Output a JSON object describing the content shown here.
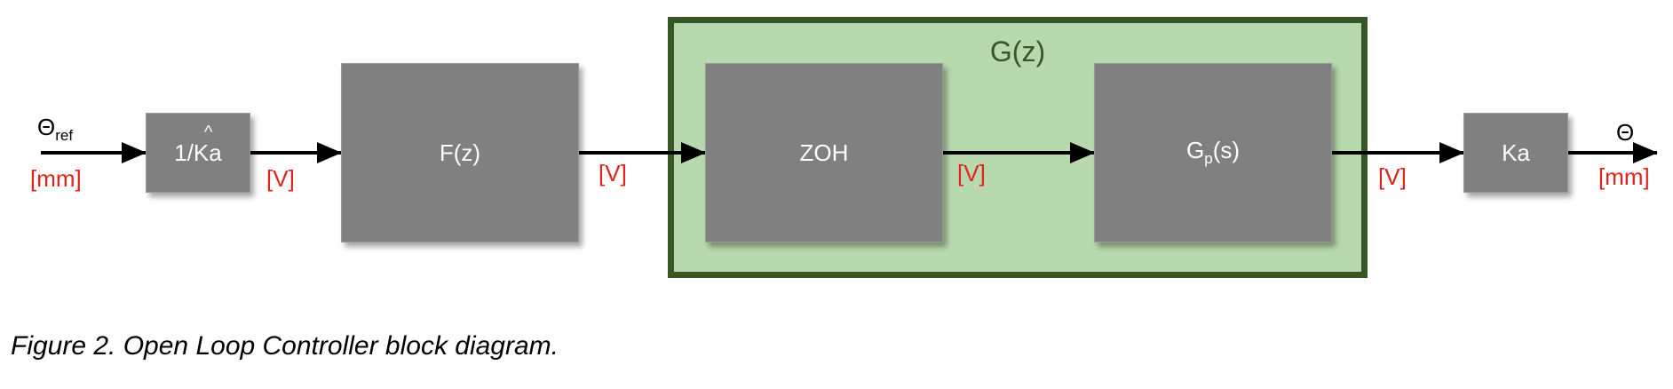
{
  "diagram": {
    "group": {
      "title": "G(z)"
    },
    "blocks": {
      "inv_ka": "1/Ka",
      "fz": "F(z)",
      "zoh": "ZOH",
      "gp": {
        "main": "G",
        "sub": "p",
        "tail": "(s)"
      },
      "ka": "Ka"
    },
    "signals": {
      "input": {
        "symbol": "Θ",
        "sub": "ref"
      },
      "output": {
        "symbol": "Θ"
      }
    },
    "units": {
      "input": "[mm]",
      "after_inv_ka": "[V]",
      "after_fz": "[V]",
      "after_zoh": "[V]",
      "after_gp": "[V]",
      "output": "[mm]"
    },
    "arrow_color": "#000000",
    "unit_color": "#e2231a",
    "group_fill": "#b8d9ae",
    "group_border": "#375623",
    "block_fill": "#808080"
  },
  "caption": "Figure 2. Open Loop Controller block diagram."
}
